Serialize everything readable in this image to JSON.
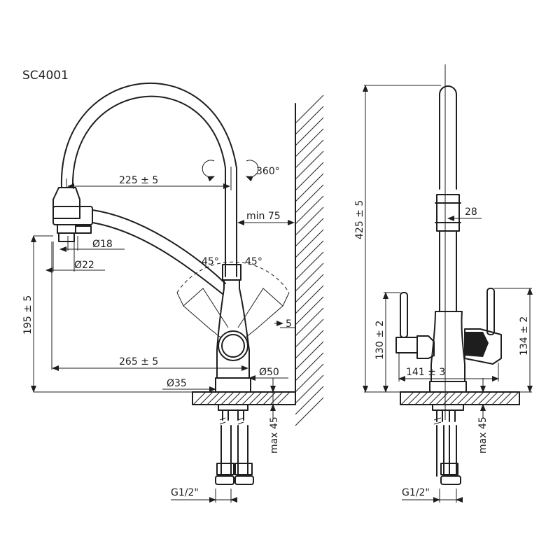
{
  "model": "SC4001",
  "side_view": {
    "spout_reach": "225 ± 5",
    "rotation": "360°",
    "wall_clearance": "min 75",
    "aerator_diameter": "Ø18",
    "spout_head_diameter": "Ø22",
    "swing_angle_left": "45°",
    "swing_angle_right": "45°",
    "spout_height": "195 ± 5",
    "body_offset": "5",
    "total_reach": "265 ± 5",
    "body_diameter": "Ø50",
    "base_diameter": "Ø35",
    "max_counter_thickness": "max 45",
    "connection_thread": "G1/2\""
  },
  "front_view": {
    "total_height": "425 ± 5",
    "spout_tube_diameter": "28",
    "left_handle_height": "130 ± 2",
    "right_handle_height": "134 ± 2",
    "handle_span": "141 ± 3",
    "max_counter_thickness": "max 45",
    "connection_thread": "G1/2\""
  }
}
